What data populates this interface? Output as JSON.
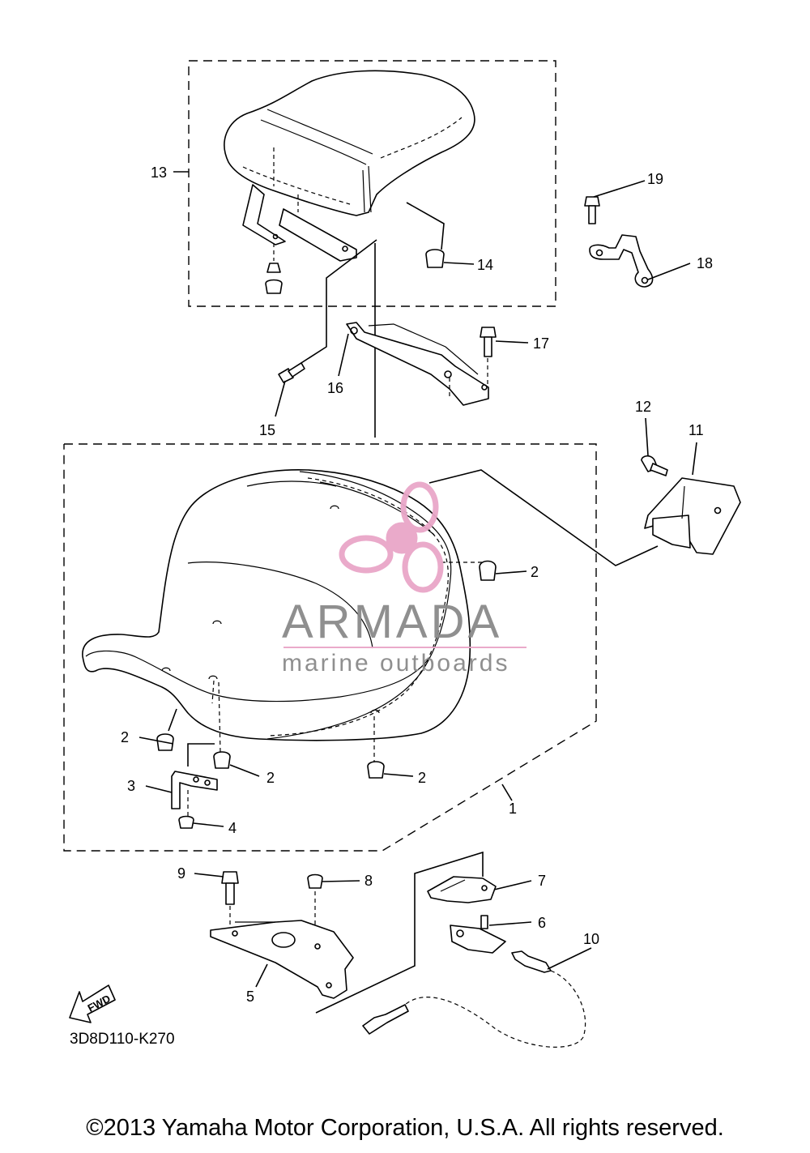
{
  "diagram": {
    "parts": [
      {
        "ref": "1"
      },
      {
        "ref": "2"
      },
      {
        "ref": "3"
      },
      {
        "ref": "4"
      },
      {
        "ref": "5"
      },
      {
        "ref": "6"
      },
      {
        "ref": "7"
      },
      {
        "ref": "8"
      },
      {
        "ref": "9"
      },
      {
        "ref": "10"
      },
      {
        "ref": "11"
      },
      {
        "ref": "12"
      },
      {
        "ref": "13"
      },
      {
        "ref": "14"
      },
      {
        "ref": "15"
      },
      {
        "ref": "16"
      },
      {
        "ref": "17"
      },
      {
        "ref": "18"
      },
      {
        "ref": "19"
      }
    ],
    "callouts": {
      "c1": "1",
      "c2a": "2",
      "c2b": "2",
      "c2c": "2",
      "c2d": "2",
      "c3": "3",
      "c4": "4",
      "c5": "5",
      "c6": "6",
      "c7": "7",
      "c8": "8",
      "c9": "9",
      "c10": "10",
      "c11": "11",
      "c12": "12",
      "c13": "13",
      "c14": "14",
      "c15": "15",
      "c16": "16",
      "c17": "17",
      "c18": "18",
      "c19": "19"
    },
    "drawing_code": "3D8D110-K270",
    "fwd_label": "FWD"
  },
  "watermark": {
    "brand": "ARMADA",
    "tagline": "marine outboards",
    "logo_color": "#e9a6c8",
    "text_color": "#8a8a8a"
  },
  "footer": {
    "copyright": "©2013 Yamaha Motor Corporation, U.S.A. All rights reserved."
  }
}
